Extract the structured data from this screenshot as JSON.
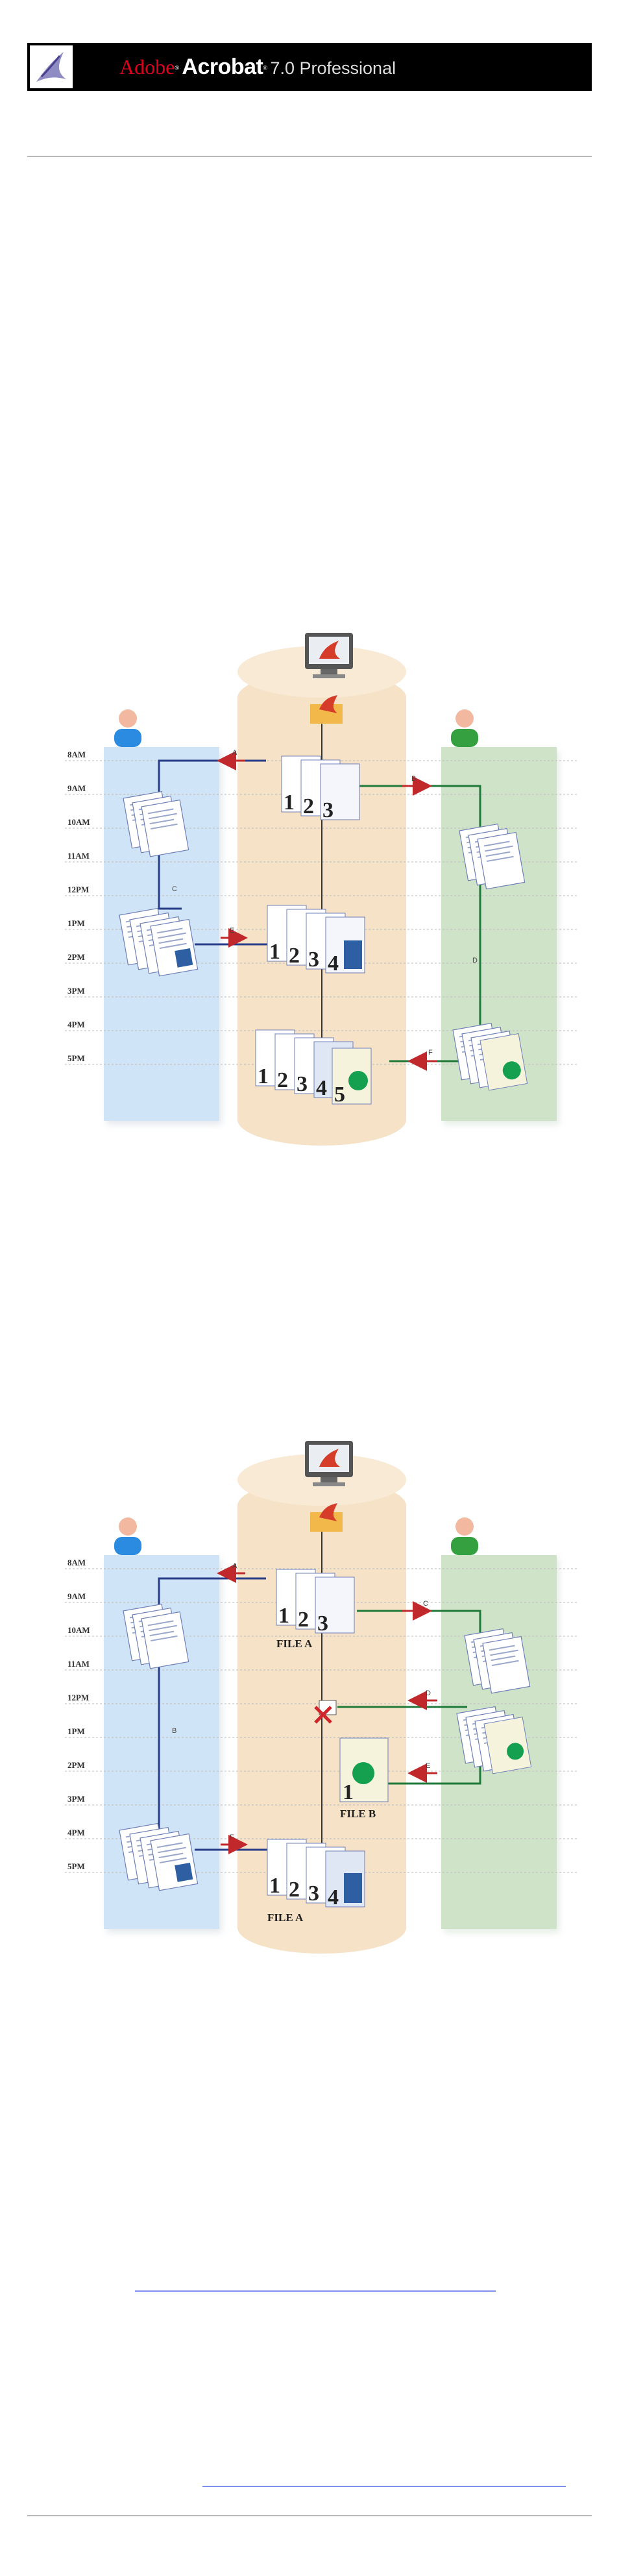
{
  "header": {
    "brand": "Adobe",
    "product": "Acrobat",
    "version": "7.0 Professional"
  },
  "diagram1": {
    "times": [
      "8AM",
      "9AM",
      "10AM",
      "11AM",
      "12PM",
      "1PM",
      "2PM",
      "3PM",
      "4PM",
      "5PM"
    ],
    "arrows": [
      "A",
      "B",
      "C",
      "D",
      "E",
      "F"
    ],
    "page_numbers": [
      "1",
      "2",
      "3",
      "1",
      "2",
      "3",
      "4",
      "1",
      "2",
      "3",
      "4",
      "5"
    ]
  },
  "diagram2": {
    "times": [
      "8AM",
      "9AM",
      "10AM",
      "11AM",
      "12PM",
      "1PM",
      "2PM",
      "3PM",
      "4PM",
      "5PM"
    ],
    "arrows": [
      "A",
      "B",
      "C",
      "D",
      "E",
      "F"
    ],
    "file_labels": [
      "FILE A",
      "FILE B",
      "FILE A"
    ],
    "page_numbers": [
      "1",
      "2",
      "3",
      "1",
      "1",
      "2",
      "3",
      "4"
    ]
  },
  "colors": {
    "left_lane": "#cfe4f7",
    "right_lane": "#cfe3c8",
    "center_column": "#f6e2c6",
    "blue_line": "#283d8a",
    "green_line": "#1f7a3a",
    "red_arrow": "#c0282c",
    "link": "#8090ee"
  }
}
